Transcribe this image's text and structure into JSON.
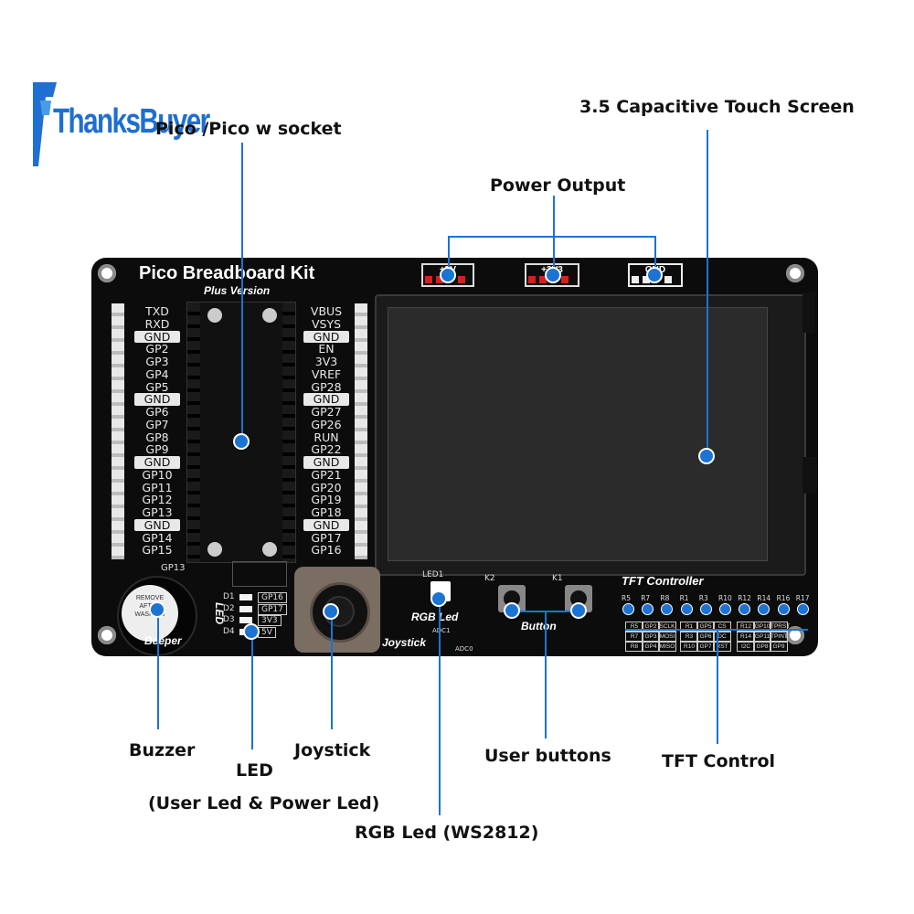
{
  "brand": {
    "logo_text": "ThanksBuyer"
  },
  "callouts": {
    "socket": "Pico /Pico w  socket",
    "screen": "3.5 Capacitive Touch Screen",
    "power": "Power Output",
    "buzzer": "Buzzer",
    "led_line1": "LED",
    "led_line2": "(User Led & Power Led)",
    "joystick": "Joystick",
    "rgb": "RGB Led (WS2812)",
    "buttons": "User buttons",
    "tft": "TFT Control"
  },
  "board": {
    "title": "Pico Breadboard Kit",
    "subtitle": "Plus Version",
    "left_pins": [
      "TXD",
      "RXD",
      "GND",
      "GP2",
      "GP3",
      "GP4",
      "GP5",
      "GND",
      "GP6",
      "GP7",
      "GP8",
      "GP9",
      "GND",
      "GP10",
      "GP11",
      "GP12",
      "GP13",
      "GND",
      "GP14",
      "GP15"
    ],
    "right_pins": [
      "VBUS",
      "VSYS",
      "GND",
      "EN",
      "3V3",
      "VREF",
      "GP28",
      "GND",
      "GP27",
      "GP26",
      "RUN",
      "GP22",
      "GND",
      "GP21",
      "GP20",
      "GP19",
      "GP18",
      "GND",
      "GP17",
      "GP16"
    ],
    "power_labels": [
      "+5V",
      "+3V3",
      "GND"
    ],
    "beeper_label": "Beeper",
    "beeper_pin": "GP13",
    "buzzer_sticker": "REMOVE AFTER WASHING",
    "led_section_label": "LED",
    "led_rows": [
      {
        "id": "D1",
        "label": "GP16"
      },
      {
        "id": "D2",
        "label": "GP17"
      },
      {
        "id": "D3",
        "label": "3V3"
      },
      {
        "id": "D4",
        "label": "5V"
      }
    ],
    "joystick_label": "Joystick",
    "rgb_label": "RGB Led",
    "rgb_id": "LED1",
    "adc_labels": [
      "ADC1",
      "ADC0"
    ],
    "button_label": "Button",
    "button_ids": [
      "K2",
      "K1"
    ],
    "tft_title": "TFT Controller",
    "tft_resistors": [
      "R5",
      "R7",
      "R8",
      "R1",
      "R3",
      "R10",
      "R12",
      "R14",
      "R16",
      "R17"
    ],
    "tft_cells": [
      "R5",
      "GP2",
      "SCLK",
      "R7",
      "GP3",
      "MOSI",
      "R8",
      "GP4",
      "MISO",
      "R1",
      "GP5",
      "CS",
      "R3",
      "GP6",
      "DC",
      "R10",
      "GP7",
      "RST",
      "R12",
      "GP10",
      "TPRST",
      "R14",
      "GP11",
      "TPINT",
      "I2C",
      "GP8",
      "GP9"
    ]
  },
  "colors": {
    "accent": "#1c73d3",
    "board": "#0c0c0c",
    "header_red": "#d62020"
  }
}
